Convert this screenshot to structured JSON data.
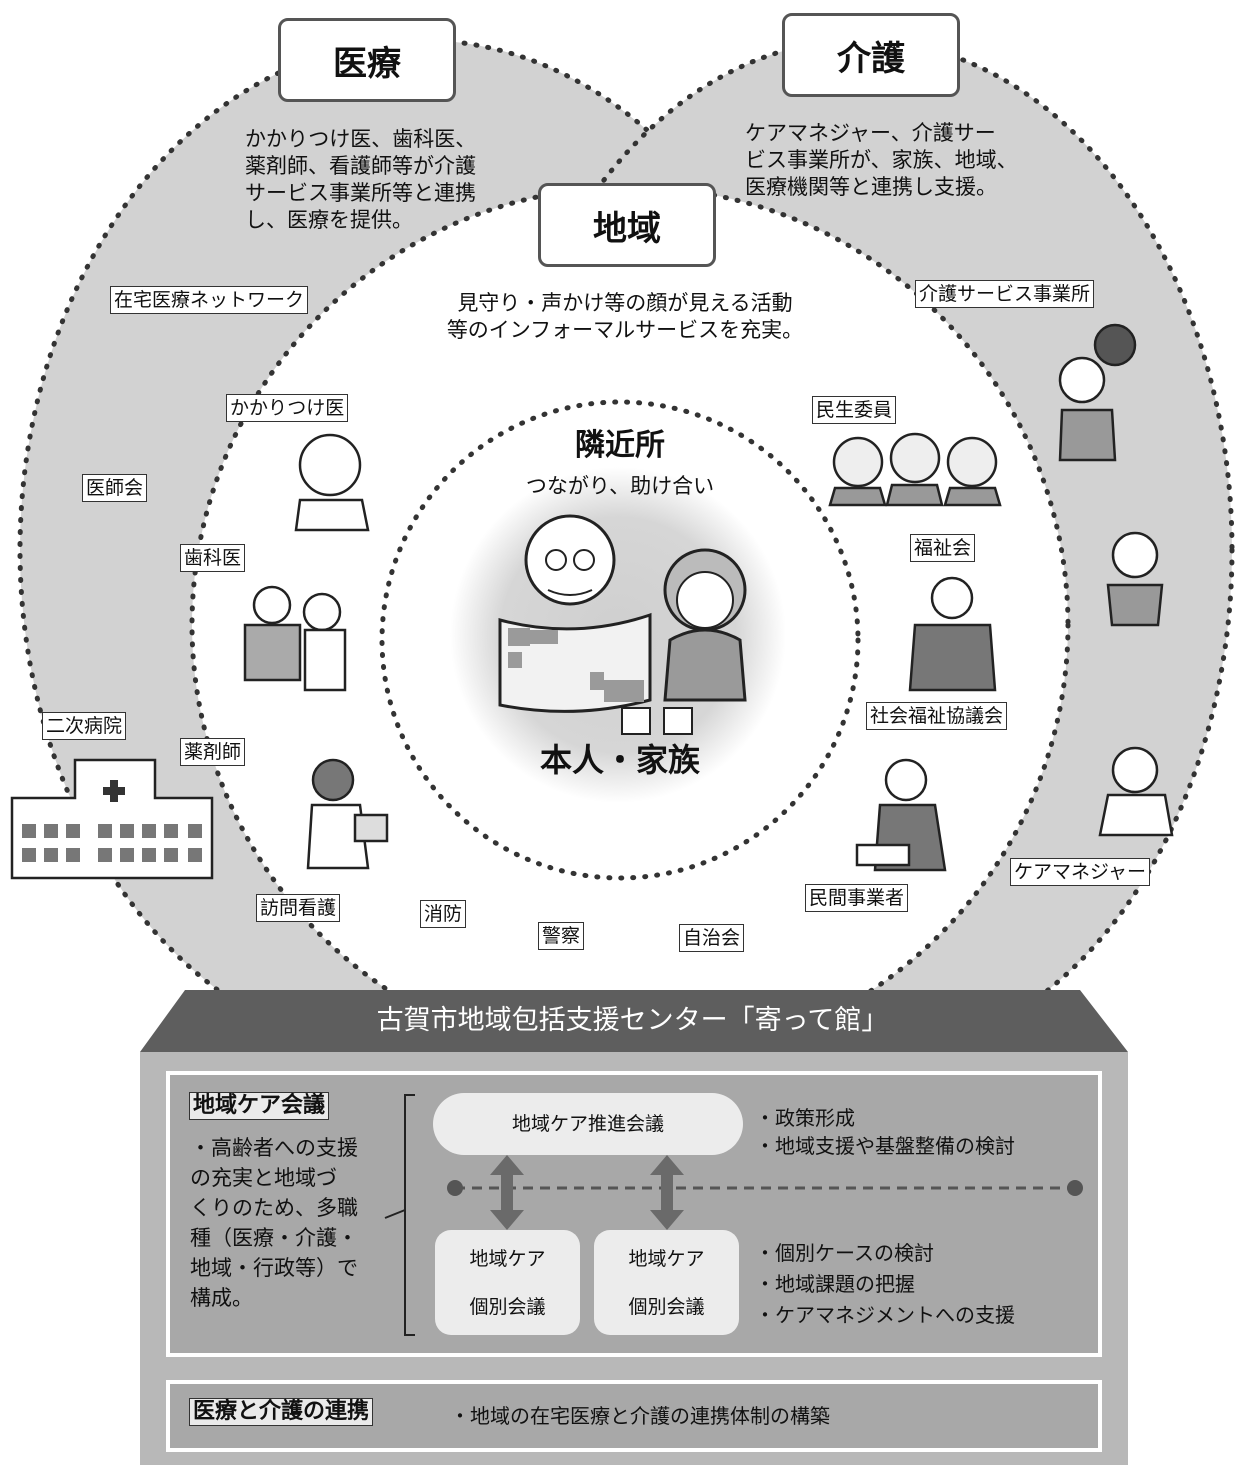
{
  "headers": {
    "medical": "医療",
    "care": "介護",
    "community": "地域"
  },
  "descriptions": {
    "medical": [
      "かかりつけ医、歯科医、",
      "薬剤師、看護師等が介護",
      "サービス事業所等と連携",
      "し、医療を提供。"
    ],
    "care": [
      "ケアマネジャー、介護サー",
      "ビス事業所が、家族、地域、",
      "医療機関等と連携し支援。"
    ],
    "community": [
      "見守り・声かけ等の顔が見える活動",
      "等のインフォーマルサービスを充実。"
    ]
  },
  "neighborhood": {
    "title": "隣近所",
    "subtitle": "つながり、助け合い",
    "center": "本人・家族"
  },
  "labels": {
    "home_medical_network": "在宅医療ネットワーク",
    "medical_association": "医師会",
    "secondary_hospital": "二次病院",
    "family_doctor": "かかりつけ医",
    "dentist": "歯科医",
    "pharmacist": "薬剤師",
    "visiting_nursing": "訪問看護",
    "fire_department": "消防",
    "police": "警察",
    "neighborhood_assoc": "自治会",
    "welfare_commissioner": "民生委員",
    "welfare_council_small": "福祉会",
    "social_welfare_council": "社会福祉協議会",
    "private_business": "民間事業者",
    "care_service_office": "介護サービス事業所",
    "care_manager": "ケアマネジャー"
  },
  "center_banner": "古賀市地域包括支援センター「寄って館」",
  "care_meeting": {
    "title": "地域ケア会議",
    "description": [
      "・高齢者への支援",
      "の充実と地域づ",
      "くりのため、多職",
      "種（医療・介護・",
      "地域・行政等）で",
      "構成。"
    ],
    "promotion_meeting": "地域ケア推進会議",
    "individual_meeting_1": [
      "地域ケア",
      "個別会議"
    ],
    "individual_meeting_2": [
      "地域ケア",
      "個別会議"
    ],
    "policy_bullets": [
      "・政策形成",
      "・地域支援や基盤整備の検討"
    ],
    "individual_bullets": [
      "・個別ケースの検討",
      "・地域課題の把握",
      "・ケアマネジメントへの支援"
    ]
  },
  "coordination": {
    "title": "医療と介護の連携",
    "bullet": "・地域の在宅医療と介護の連携体制の構築"
  },
  "colors": {
    "outer_fill": "#d2d2d2",
    "banner": "#5e5e5e",
    "panel": "#b8b8b8",
    "inner_box": "#a8a8a8",
    "pill": "#ececec",
    "center_gradient": "#cfcfcf"
  }
}
